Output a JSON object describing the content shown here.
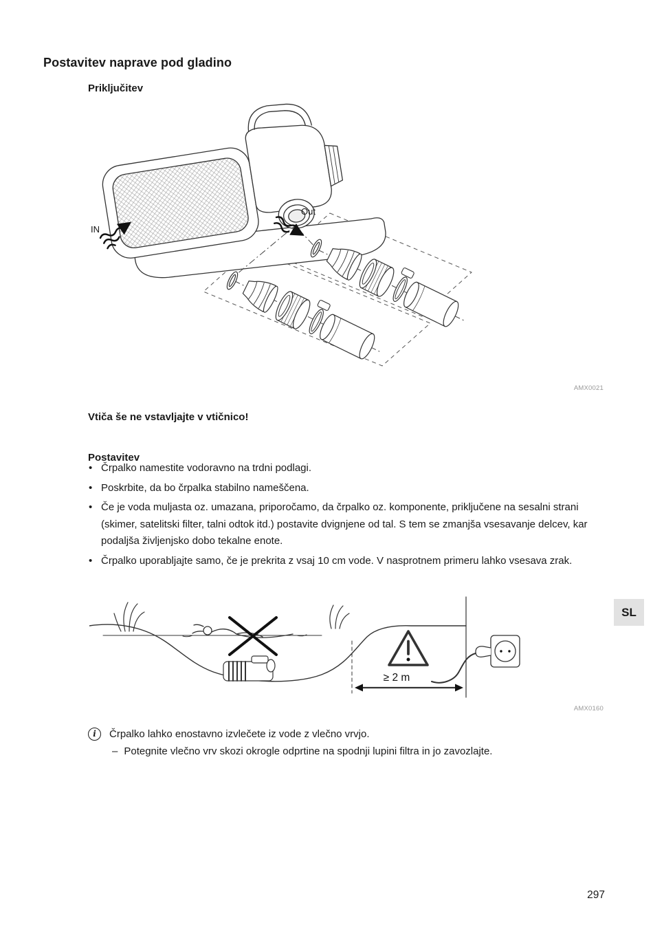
{
  "doc": {
    "title": "Postavitev naprave pod gladino",
    "language_tab": "SL",
    "page_number": "297",
    "sections": {
      "connection": {
        "heading": "Priključitev",
        "figure_code": "AMX0021",
        "labels": {
          "in": "IN",
          "out": "Out"
        },
        "warning": "Vtiča še ne vstavljajte v vtičnico!"
      },
      "placement": {
        "heading": "Postavitev",
        "bullets": [
          "Črpalko namestite vodoravno na trdni podlagi.",
          "Poskrbite, da bo črpalka stabilno nameščena.",
          "Če je voda muljasta oz. umazana, priporočamo, da črpalko oz. komponente, priključene na sesalni strani (skimer, satelitski filter, talni odtok itd.) postavite dvignjene od tal. S tem se zmanjša vsesavanje delcev, kar podaljša življenjsko dobo tekalne enote.",
          "Črpalko uporabljajte samo, če je prekrita z vsaj 10 cm vode. V nasprotnem primeru lahko vsesava zrak."
        ]
      }
    },
    "figures": {
      "pond": {
        "figure_code": "AMX0160",
        "distance_label": "≥ 2 m"
      }
    },
    "note": {
      "icon_glyph": "i",
      "text": "Črpalko lahko enostavno izvlečete iz vode z vlečno vrvjo.",
      "dash": "–",
      "sub": "Potegnite vlečno vrv skozi okrogle odprtine na spodnji lupini filtra in jo zavozlajte."
    },
    "colors": {
      "tab_bg": "#e2e2e2",
      "line_art": "#333333",
      "fig_code": "#999999"
    }
  }
}
